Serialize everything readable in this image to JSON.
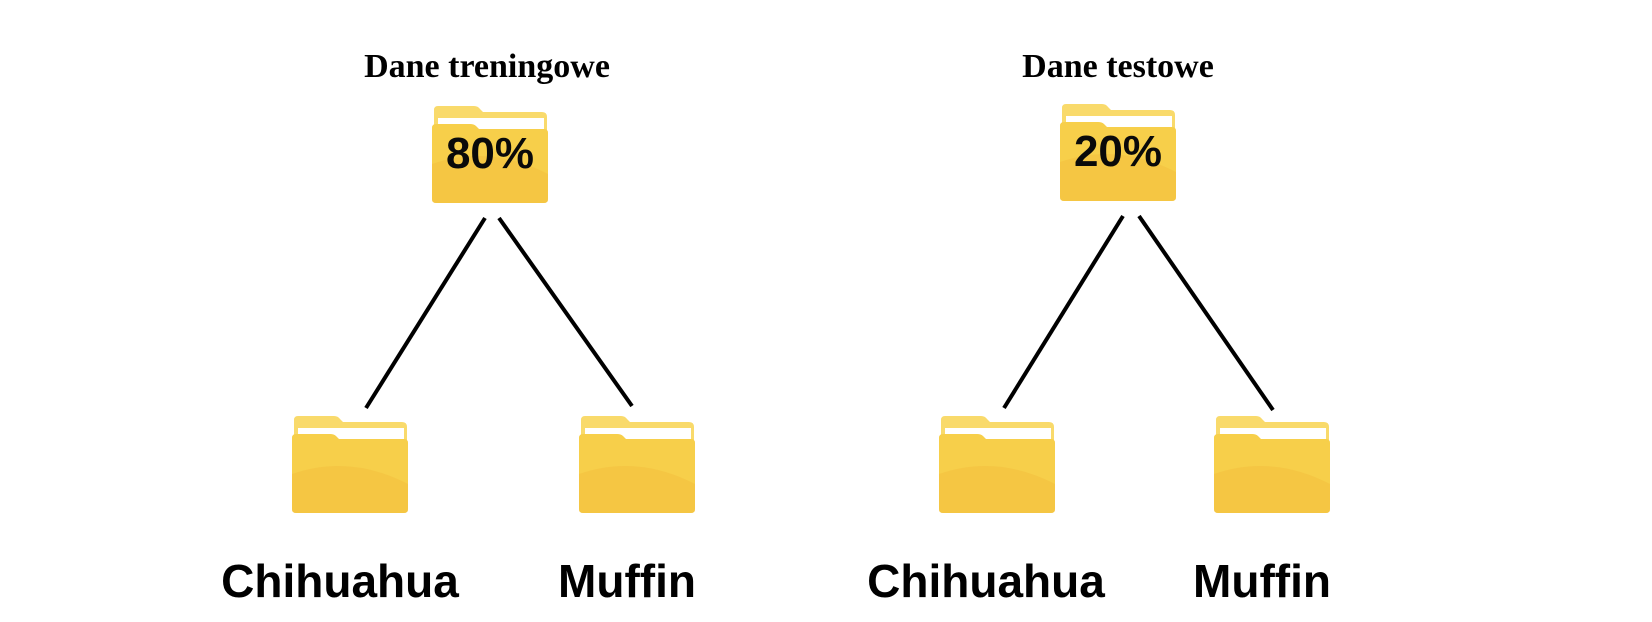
{
  "groups": [
    {
      "title": "Dane treningowe",
      "percent": "80%",
      "children": [
        "Chihuahua",
        "Muffin"
      ]
    },
    {
      "title": "Dane testowe",
      "percent": "20%",
      "children": [
        "Chihuahua",
        "Muffin"
      ]
    }
  ],
  "colors": {
    "folder_front": "#F5C842",
    "folder_back": "#F9DA6B",
    "folder_paper": "#FFFFFF",
    "connector": "#000000"
  },
  "icons": [
    "folder-icon"
  ]
}
